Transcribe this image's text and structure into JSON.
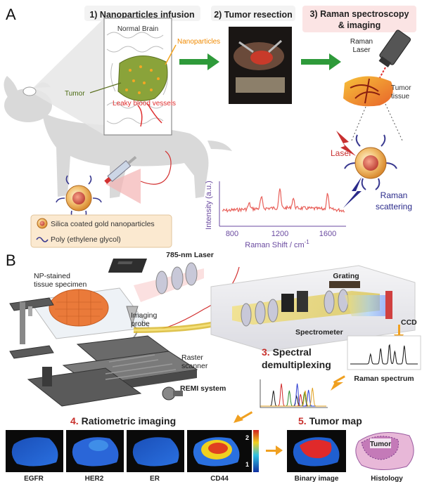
{
  "panel_a": {
    "label": "A",
    "steps": [
      {
        "title": "1) Nanoparticles infusion"
      },
      {
        "title": "2) Tumor resection"
      },
      {
        "title": "3) Raman spectroscopy",
        "title_line2": "& imaging"
      }
    ],
    "brain": {
      "normal_brain": "Normal Brain",
      "nanoparticles": "Nanoparticles",
      "tumor": "Tumor",
      "leaky": "Leaky blood vessels"
    },
    "raman": {
      "laser_device": "Raman",
      "laser_device_line2": "Laser",
      "tissue": "Tumor",
      "tissue_line2": "tissue",
      "laser": "Laser",
      "scattering": "Raman",
      "scattering_line2": "scattering"
    },
    "legend": {
      "silica": "Silica coated gold nanoparticles",
      "peg": "Poly (ethylene glycol)"
    },
    "spectrum": {
      "ylabel": "Intensity (a.u.)",
      "xlabel": "Raman Shift / cm",
      "xlabel_sup": "-1",
      "ticks": [
        "800",
        "1200",
        "1600"
      ],
      "color": "#e8605a"
    }
  },
  "panel_b": {
    "label": "B",
    "laser": "785-nm Laser",
    "specimen": "NP-stained",
    "specimen_line2": "tissue specimen",
    "probe": "Imaging",
    "probe_line2": "probe",
    "grating": "Grating",
    "ccd": "CCD",
    "spectrometer": "Spectrometer",
    "raster": "Raster",
    "raster_line2": "scanner",
    "remi": "REMI system",
    "raman_spectrum": "Raman spectrum",
    "step3_num": "3.",
    "step3": "Spectral",
    "step3_line2": "demultiplexing",
    "step4_num": "4.",
    "step4": "Ratiometric imaging",
    "step5_num": "5.",
    "step5": "Tumor map",
    "images": [
      "EGFR",
      "HER2",
      "ER",
      "CD44"
    ],
    "colorbar_ticks": [
      "2",
      "1"
    ],
    "binary": "Binary image",
    "histology": "Histology",
    "tumor_label": "Tumor"
  },
  "colors": {
    "arrow_green": "#2e9a3a",
    "step_red": "#c8302c",
    "orange_arrow": "#f0a020"
  }
}
